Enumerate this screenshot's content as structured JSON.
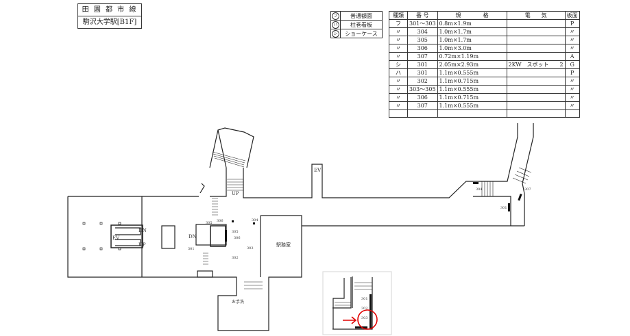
{
  "title": {
    "line": "田 園 都 市 線",
    "station": "駒沢大学駅[B1F]"
  },
  "legend": [
    {
      "symbol": "フ",
      "label": "普通額面"
    },
    {
      "symbol": "ハ",
      "label": "柱巻看板"
    },
    {
      "symbol": "シ",
      "label": "ショーケース"
    }
  ],
  "spec_table": {
    "headers": [
      "種類",
      "番 号",
      "規　　　　格",
      "電　　気",
      "板面"
    ],
    "rows": [
      [
        "フ",
        "301〜303",
        "0.8m×1.9m",
        "",
        "P"
      ],
      [
        "〃",
        "304",
        "1.0m×1.7m",
        "",
        "〃"
      ],
      [
        "〃",
        "305",
        "1.0m×1.7m",
        "",
        "〃"
      ],
      [
        "〃",
        "306",
        "1.0m×3.0m",
        "",
        "〃"
      ],
      [
        "〃",
        "307",
        "0.72m×1.19m",
        "",
        "A"
      ],
      [
        "シ",
        "301",
        "2.05m×2.93m",
        "2KW　スポット　　2",
        "G"
      ],
      [
        "ハ",
        "301",
        "1.1m×0.555m",
        "",
        "P"
      ],
      [
        "〃",
        "302",
        "1.1m×0.715m",
        "",
        "〃"
      ],
      [
        "〃",
        "303〜305",
        "1.1m×0.555m",
        "",
        "〃"
      ],
      [
        "〃",
        "306",
        "1.1m×0.715m",
        "",
        "〃"
      ],
      [
        "〃",
        "307",
        "1.1m×0.555m",
        "",
        "〃"
      ],
      [
        "",
        "",
        "",
        "",
        ""
      ]
    ]
  },
  "plan": {
    "ev": "EV",
    "up": "UP",
    "dn": "DN",
    "office": "駅務室",
    "toilet": "お手洗",
    "tags": {
      "f304": "304",
      "f307": "307",
      "f301": "301",
      "f305": "305",
      "f306": "306",
      "h301": "301",
      "h302": "302",
      "h303": "303",
      "h304": "304",
      "h305": "305",
      "h306": "306",
      "inset301": "301",
      "inset302": "302",
      "inset303": "303"
    }
  },
  "colors": {
    "highlight": "#e00000",
    "line": "#222222"
  }
}
